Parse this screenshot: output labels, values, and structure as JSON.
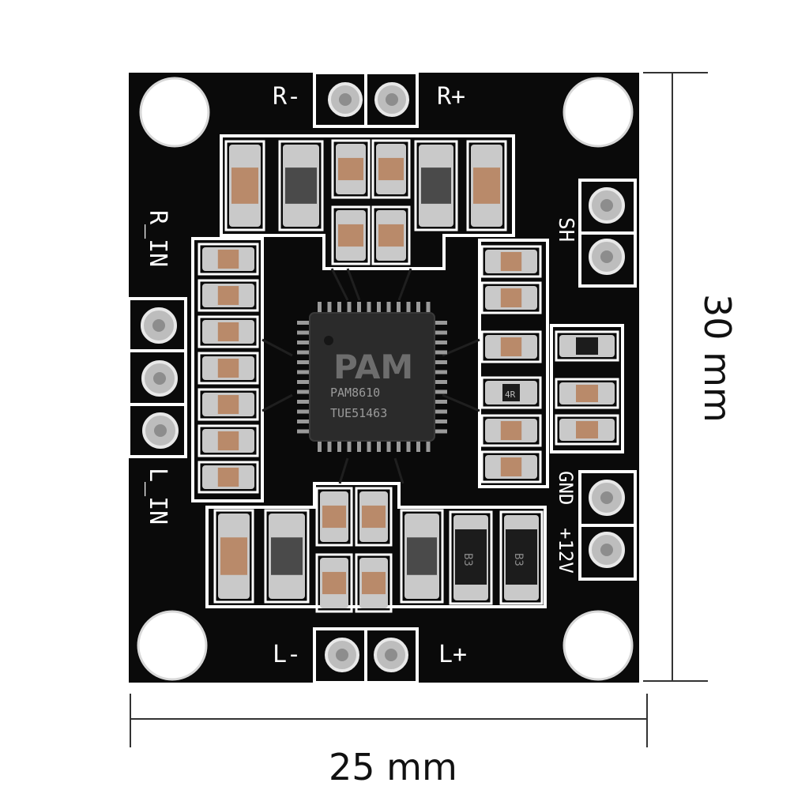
{
  "board": {
    "labels": {
      "r_minus": "R-",
      "r_plus": "R+",
      "l_minus": "L-",
      "l_plus": "L+",
      "r_in": "R_IN",
      "l_in": "L_IN",
      "sh": "SH",
      "gnd": "GND",
      "v12": "+12V"
    },
    "chip": {
      "logo": "PAM",
      "part": "PAM8610",
      "batch": "TUE51463"
    },
    "diode_marking": "B3",
    "resistor_marking": "4R"
  },
  "dimensions": {
    "width": "25 mm",
    "height": "30 mm"
  },
  "colors": {
    "pcb": "#0a0a0a",
    "silkscreen": "#ffffff",
    "pad": "#c9c9c9",
    "capacitor": "#b98a6a",
    "chip": "#2b2b2b"
  }
}
